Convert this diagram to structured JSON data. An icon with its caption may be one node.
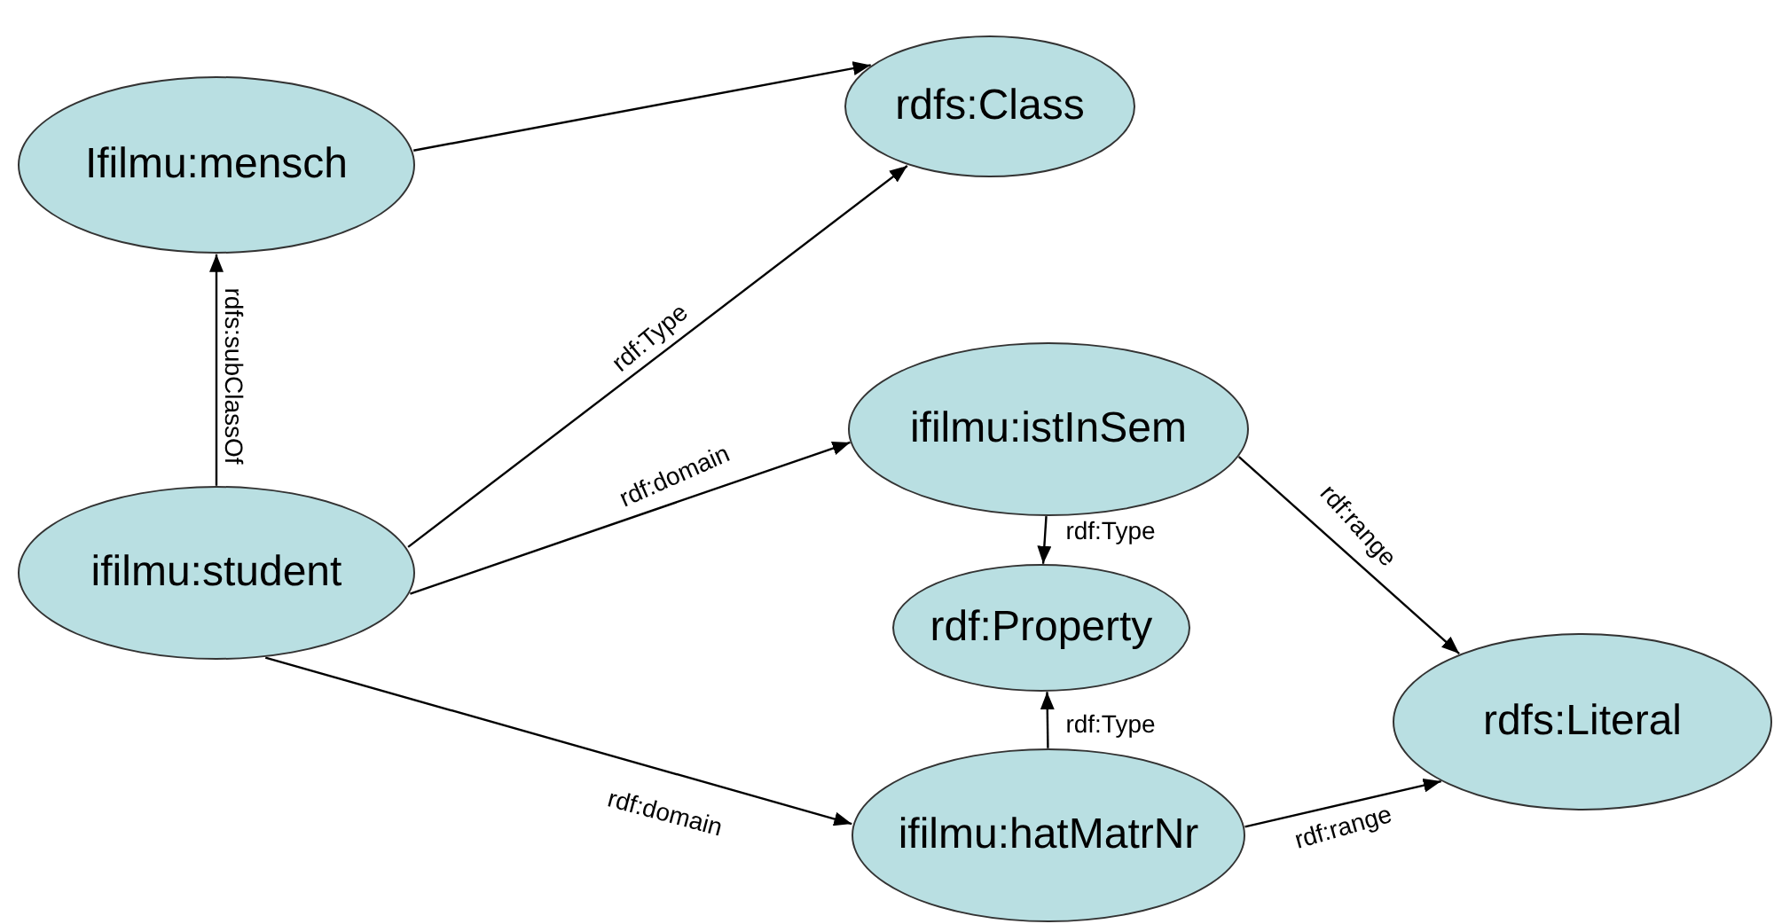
{
  "diagram": {
    "nodes": [
      {
        "text": [
          "Ifilmu:mensch"
        ]
      },
      {
        "text": [
          "rdfs:Class"
        ]
      },
      {
        "text": [
          "ifilmu:student"
        ]
      },
      {
        "text": [
          "ifilmu:istInSem"
        ]
      },
      {
        "text": [
          "rdf:Property"
        ]
      },
      {
        "text": [
          "rdfs:Literal"
        ]
      },
      {
        "text": [
          "ifilmu:hatMatrNr"
        ]
      }
    ],
    "edges": [
      {
        "from": 0,
        "to": 1,
        "arrow": "to"
      },
      {
        "from": 2,
        "to": 0,
        "arrow": "to",
        "label": "rdfs:subClassOf"
      },
      {
        "from": 2,
        "to": 1,
        "arrow": "to",
        "label": "rdf:Type"
      },
      {
        "from": 2,
        "to": 3,
        "arrow": "to",
        "label": "rdf:domain"
      },
      {
        "from": 2,
        "to": 6,
        "arrow": "to",
        "label": "rdf:domain"
      },
      {
        "from": 3,
        "to": 4,
        "arrow": "to",
        "label": "rdf:Type"
      },
      {
        "from": 6,
        "to": 4,
        "arrow": "to",
        "label": "rdf:Type"
      },
      {
        "from": 3,
        "to": 5,
        "arrow": "to",
        "label": "rdf:range"
      },
      {
        "from": 6,
        "to": 5,
        "arrow": "to",
        "label": "rdf:range"
      }
    ]
  }
}
